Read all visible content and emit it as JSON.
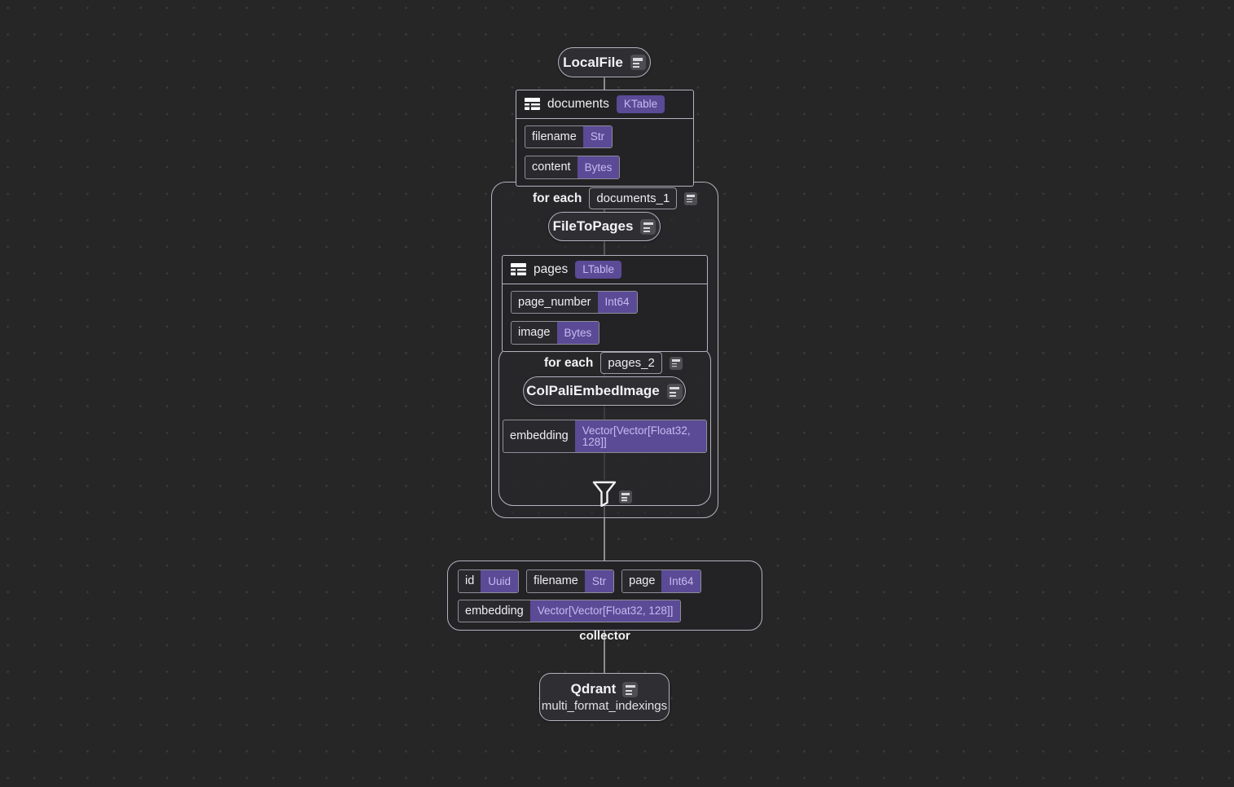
{
  "canvas": {
    "background_color": "#262626",
    "dot_color": "#3b3b3b",
    "accent_purple": "#5b4a96",
    "accent_purple_text": "#c5bbf0",
    "border_color": "#b5b2bf",
    "connector_color": "#8d8d90"
  },
  "nodes": {
    "local_file": {
      "label": "LocalFile",
      "icon": "note-icon"
    },
    "file_to_pages": {
      "label": "FileToPages",
      "icon": "note-icon"
    },
    "colpali": {
      "label": "ColPaliEmbedImage",
      "icon": "note-icon"
    },
    "filter": {
      "icon": "filter-icon",
      "badge_icon": "note-icon"
    },
    "qdrant": {
      "title": "Qdrant",
      "subtitle": "multi_format_indexings",
      "icon": "note-icon"
    }
  },
  "schemas": {
    "documents": {
      "name": "documents",
      "kind": "KTable",
      "icon": "table-icon",
      "fields": [
        {
          "name": "filename",
          "type": "Str"
        },
        {
          "name": "content",
          "type": "Bytes"
        }
      ]
    },
    "pages": {
      "name": "pages",
      "kind": "LTable",
      "icon": "table-icon",
      "fields": [
        {
          "name": "page_number",
          "type": "Int64"
        },
        {
          "name": "image",
          "type": "Bytes"
        }
      ]
    },
    "embedding": {
      "fields": [
        {
          "name": "embedding",
          "type": "Vector[Vector[Float32, 128]]"
        }
      ]
    }
  },
  "loops": {
    "outer": {
      "label": "for each",
      "value": "documents_1",
      "icon": "note-icon"
    },
    "inner": {
      "label": "for each",
      "value": "pages_2",
      "icon": "note-icon"
    }
  },
  "collector": {
    "title": "collector",
    "row1": [
      {
        "name": "id",
        "type": "Uuid"
      },
      {
        "name": "filename",
        "type": "Str"
      },
      {
        "name": "page",
        "type": "Int64"
      }
    ],
    "row2": [
      {
        "name": "embedding",
        "type": "Vector[Vector[Float32, 128]]"
      }
    ]
  }
}
